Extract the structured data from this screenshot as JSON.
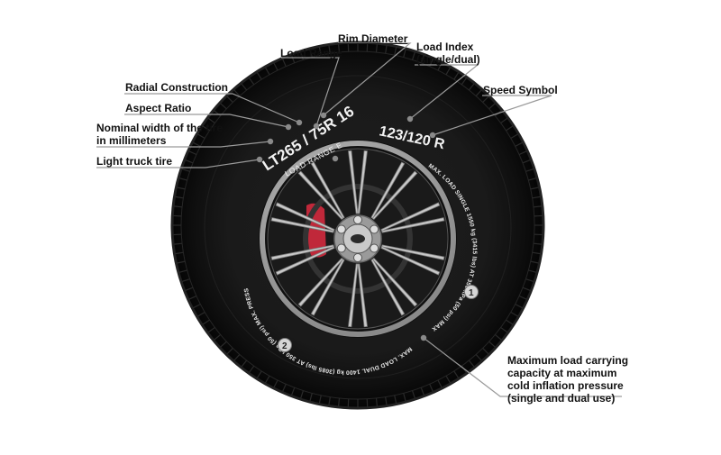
{
  "labels": {
    "rim_diameter": "Rim Diameter",
    "load_index": [
      "Load Index",
      "(single/dual)"
    ],
    "load_range": "Load Range",
    "speed_symbol": "Speed Symbol",
    "radial_construction": "Radial Construction",
    "aspect_ratio": "Aspect Ratio",
    "nominal_width": [
      "Nominal width of the tire",
      "in millimeters"
    ],
    "light_truck": "Light truck tire",
    "max_load": [
      "Maximum load carrying",
      "capacity at maximum",
      "cold inflation pressure",
      "(single and dual use)"
    ]
  },
  "sidewall": {
    "size_code": "LT265 / 75R 16",
    "load_range_text": "LOAD RANGE E",
    "load_speed_code": "123/120 R",
    "rim_text_right": "MAX. LOAD SINGLE 1550 kg (3415 lbs) AT 350 kPa (50 psi) MAX. PRESS. COLD",
    "rim_text_bottom": "MAX. LOAD DUAL 1400 kg (3085 lbs) AT 350 kPa (50 psi) MAX. PRESS. COLD"
  },
  "markers": [
    "1",
    "2"
  ],
  "colors": {
    "tire": "#151515",
    "tread": "#0d0d0d",
    "rim": "#bdbdbd",
    "caliper": "#c0283a",
    "leader": "#9a9a9a",
    "marker_fill": "#d6d6d6"
  }
}
